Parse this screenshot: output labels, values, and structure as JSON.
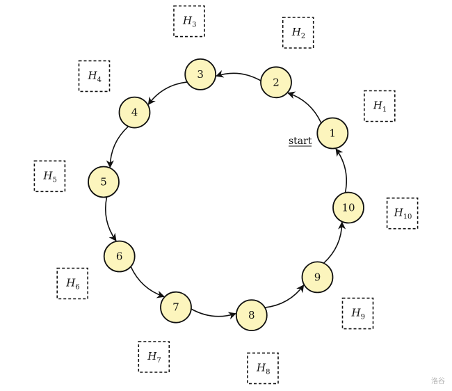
{
  "diagram": {
    "nodes": [
      "1",
      "2",
      "3",
      "4",
      "5",
      "6",
      "7",
      "8",
      "9",
      "10"
    ],
    "hashes": [
      {
        "base": "H",
        "sub": "1"
      },
      {
        "base": "H",
        "sub": "2"
      },
      {
        "base": "H",
        "sub": "3"
      },
      {
        "base": "H",
        "sub": "4"
      },
      {
        "base": "H",
        "sub": "5"
      },
      {
        "base": "H",
        "sub": "6"
      },
      {
        "base": "H",
        "sub": "7"
      },
      {
        "base": "H",
        "sub": "8"
      },
      {
        "base": "H",
        "sub": "9"
      },
      {
        "base": "H",
        "sub": "10"
      }
    ],
    "start_label": "start",
    "direction": "counter-clockwise",
    "colors": {
      "node_fill": "#fcf5bd",
      "node_stroke": "#111111",
      "edge": "#111111",
      "box_stroke": "#111111"
    }
  },
  "watermark": "洛谷"
}
